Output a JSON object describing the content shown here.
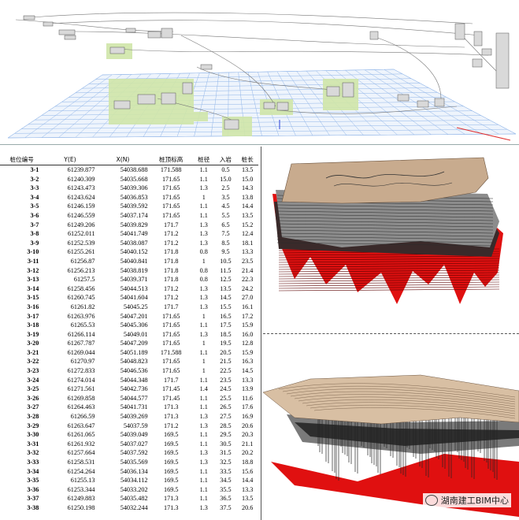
{
  "table": {
    "headers": [
      "桩位编号",
      "Y(E)",
      "X(N)",
      "桩顶标高",
      "桩径",
      "入岩",
      "桩长"
    ],
    "rows": [
      [
        "3-1",
        "61239.877",
        "54038.688",
        "171.588",
        "1.1",
        "0.5",
        "13.5"
      ],
      [
        "3-2",
        "61240.309",
        "54035.668",
        "171.65",
        "1.1",
        "15.0",
        "15.0"
      ],
      [
        "3-3",
        "61243.473",
        "54039.306",
        "171.65",
        "1.3",
        "2.5",
        "14.3"
      ],
      [
        "3-4",
        "61243.624",
        "54036.853",
        "171.65",
        "1",
        "3.5",
        "13.8"
      ],
      [
        "3-5",
        "61246.159",
        "54039.592",
        "171.65",
        "1.1",
        "4.5",
        "14.4"
      ],
      [
        "3-6",
        "61246.559",
        "54037.174",
        "171.65",
        "1.1",
        "5.5",
        "13.5"
      ],
      [
        "3-7",
        "61249.206",
        "54039.829",
        "171.7",
        "1.3",
        "6.5",
        "15.2"
      ],
      [
        "3-8",
        "61252.011",
        "54041.749",
        "171.2",
        "1.3",
        "7.5",
        "12.4"
      ],
      [
        "3-9",
        "61252.539",
        "54038.087",
        "171.2",
        "1.3",
        "8.5",
        "18.1"
      ],
      [
        "3-10",
        "61255.261",
        "54040.152",
        "171.8",
        "0.8",
        "9.5",
        "13.3"
      ],
      [
        "3-11",
        "61256.87",
        "54040.841",
        "171.8",
        "1",
        "10.5",
        "23.5"
      ],
      [
        "3-12",
        "61256.213",
        "54038.819",
        "171.8",
        "0.8",
        "11.5",
        "21.4"
      ],
      [
        "3-13",
        "61257.5",
        "54039.371",
        "171.8",
        "0.8",
        "12.5",
        "22.3"
      ],
      [
        "3-14",
        "61258.456",
        "54044.513",
        "171.2",
        "1.3",
        "13.5",
        "24.2"
      ],
      [
        "3-15",
        "61260.745",
        "54041.604",
        "171.2",
        "1.3",
        "14.5",
        "27.0"
      ],
      [
        "3-16",
        "61261.82",
        "54045.25",
        "171.7",
        "1.3",
        "15.5",
        "16.1"
      ],
      [
        "3-17",
        "61263.976",
        "54047.201",
        "171.65",
        "1",
        "16.5",
        "17.2"
      ],
      [
        "3-18",
        "61265.53",
        "54045.306",
        "171.65",
        "1.1",
        "17.5",
        "15.9"
      ],
      [
        "3-19",
        "61266.114",
        "54049.01",
        "171.65",
        "1.3",
        "18.5",
        "16.0"
      ],
      [
        "3-20",
        "61267.787",
        "54047.209",
        "171.65",
        "1",
        "19.5",
        "12.8"
      ],
      [
        "3-21",
        "61269.044",
        "54051.189",
        "171.588",
        "1.1",
        "20.5",
        "15.9"
      ],
      [
        "3-22",
        "61270.97",
        "54048.823",
        "171.65",
        "1",
        "21.5",
        "16.3"
      ],
      [
        "3-23",
        "61272.833",
        "54046.536",
        "171.65",
        "1",
        "22.5",
        "14.5"
      ],
      [
        "3-24",
        "61274.014",
        "54044.348",
        "171.7",
        "1.1",
        "23.5",
        "13.3"
      ],
      [
        "3-25",
        "61271.561",
        "54042.736",
        "171.45",
        "1.4",
        "24.5",
        "13.9"
      ],
      [
        "3-26",
        "61269.858",
        "54044.577",
        "171.45",
        "1.1",
        "25.5",
        "11.6"
      ],
      [
        "3-27",
        "61264.463",
        "54041.731",
        "171.3",
        "1.1",
        "26.5",
        "17.6"
      ],
      [
        "3-28",
        "61266.59",
        "54039.269",
        "171.3",
        "1.3",
        "27.5",
        "16.9"
      ],
      [
        "3-29",
        "61263.647",
        "54037.59",
        "171.2",
        "1.3",
        "28.5",
        "20.6"
      ],
      [
        "3-30",
        "61261.065",
        "54039.049",
        "169.5",
        "1.1",
        "29.5",
        "20.3"
      ],
      [
        "3-31",
        "61261.932",
        "54037.027",
        "169.5",
        "1.1",
        "30.5",
        "21.1"
      ],
      [
        "3-32",
        "61257.664",
        "54037.592",
        "169.5",
        "1.3",
        "31.5",
        "20.2"
      ],
      [
        "3-33",
        "61258.531",
        "54035.569",
        "169.5",
        "1.3",
        "32.5",
        "18.8"
      ],
      [
        "3-34",
        "61254.264",
        "54036.134",
        "169.5",
        "1.1",
        "33.5",
        "15.6"
      ],
      [
        "3-35",
        "61255.13",
        "54034.112",
        "169.5",
        "1.1",
        "34.5",
        "14.4"
      ],
      [
        "3-36",
        "61253.344",
        "54033.202",
        "169.5",
        "1.1",
        "35.5",
        "13.3"
      ],
      [
        "3-37",
        "61249.883",
        "54035.482",
        "171.3",
        "1.1",
        "36.5",
        "13.5"
      ],
      [
        "3-38",
        "61250.198",
        "54032.244",
        "171.3",
        "1.3",
        "37.5",
        "20.6"
      ]
    ]
  },
  "watermark": "湖南建工BIM中心",
  "colors": {
    "terrain": "#c8ab8e",
    "rock_gray": "#8c8c8c",
    "rock_dark": "#3a2a2a",
    "rock_red": "#e01010",
    "graph_group": "#cfe6a8",
    "graph_node": "#d9d9d9",
    "grid_lines": "#8fb4e8"
  }
}
